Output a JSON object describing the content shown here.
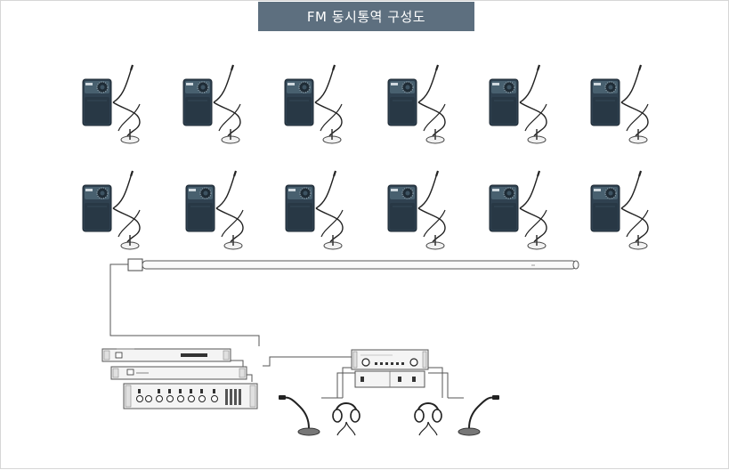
{
  "title": "FM 동시통역 구성도",
  "receiver_rows": 2,
  "receivers_per_row": 6,
  "colors": {
    "title_bg": "#5d6f7f",
    "title_text": "#ffffff",
    "receiver_body": "#2f4150",
    "line": "#555555",
    "equipment": "#f4f4f4"
  }
}
